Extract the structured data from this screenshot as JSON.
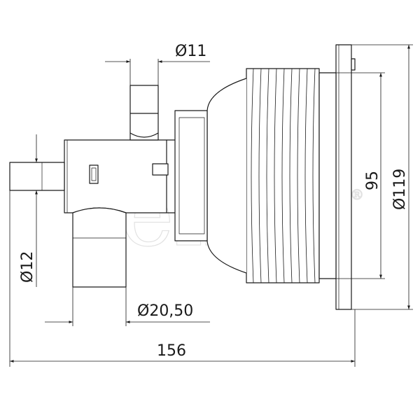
{
  "drawing": {
    "dimensions": {
      "outlet_diameter": "Ø11",
      "inlet_diameter": "Ø12",
      "pipe_diameter": "Ø20,50",
      "overall_length": "156",
      "thread_diameter": "95",
      "flange_diameter": "Ø119"
    },
    "watermark": "Vellis",
    "watermark_mark": "®"
  },
  "colors": {
    "line": "#1a1a1a",
    "watermark": "#e2e2e2"
  }
}
